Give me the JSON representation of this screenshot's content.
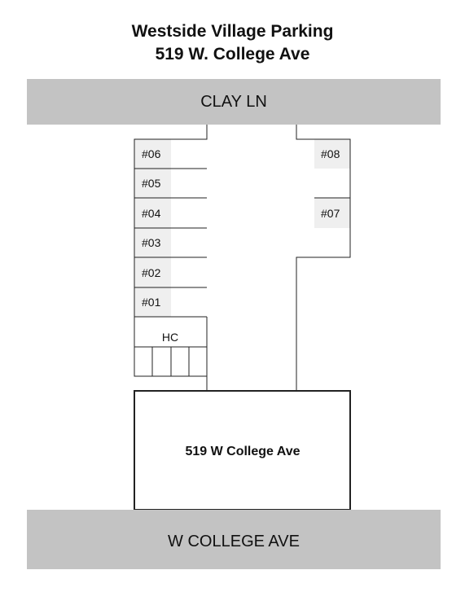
{
  "title": {
    "line1": "Westside Village Parking",
    "line2": "519 W. College Ave"
  },
  "streets": {
    "north": "CLAY LN",
    "south": "W COLLEGE AVE"
  },
  "stalls": {
    "s06": "#06",
    "s05": "#05",
    "s04": "#04",
    "s03": "#03",
    "s02": "#02",
    "s01": "#01",
    "s08": "#08",
    "s07": "#07"
  },
  "handicap": {
    "label": "HC"
  },
  "building": {
    "label": "519 W College Ave"
  },
  "colors": {
    "street_fill": "#c3c3c3",
    "stall_label_bg": "#efefef",
    "line": "#222222"
  }
}
